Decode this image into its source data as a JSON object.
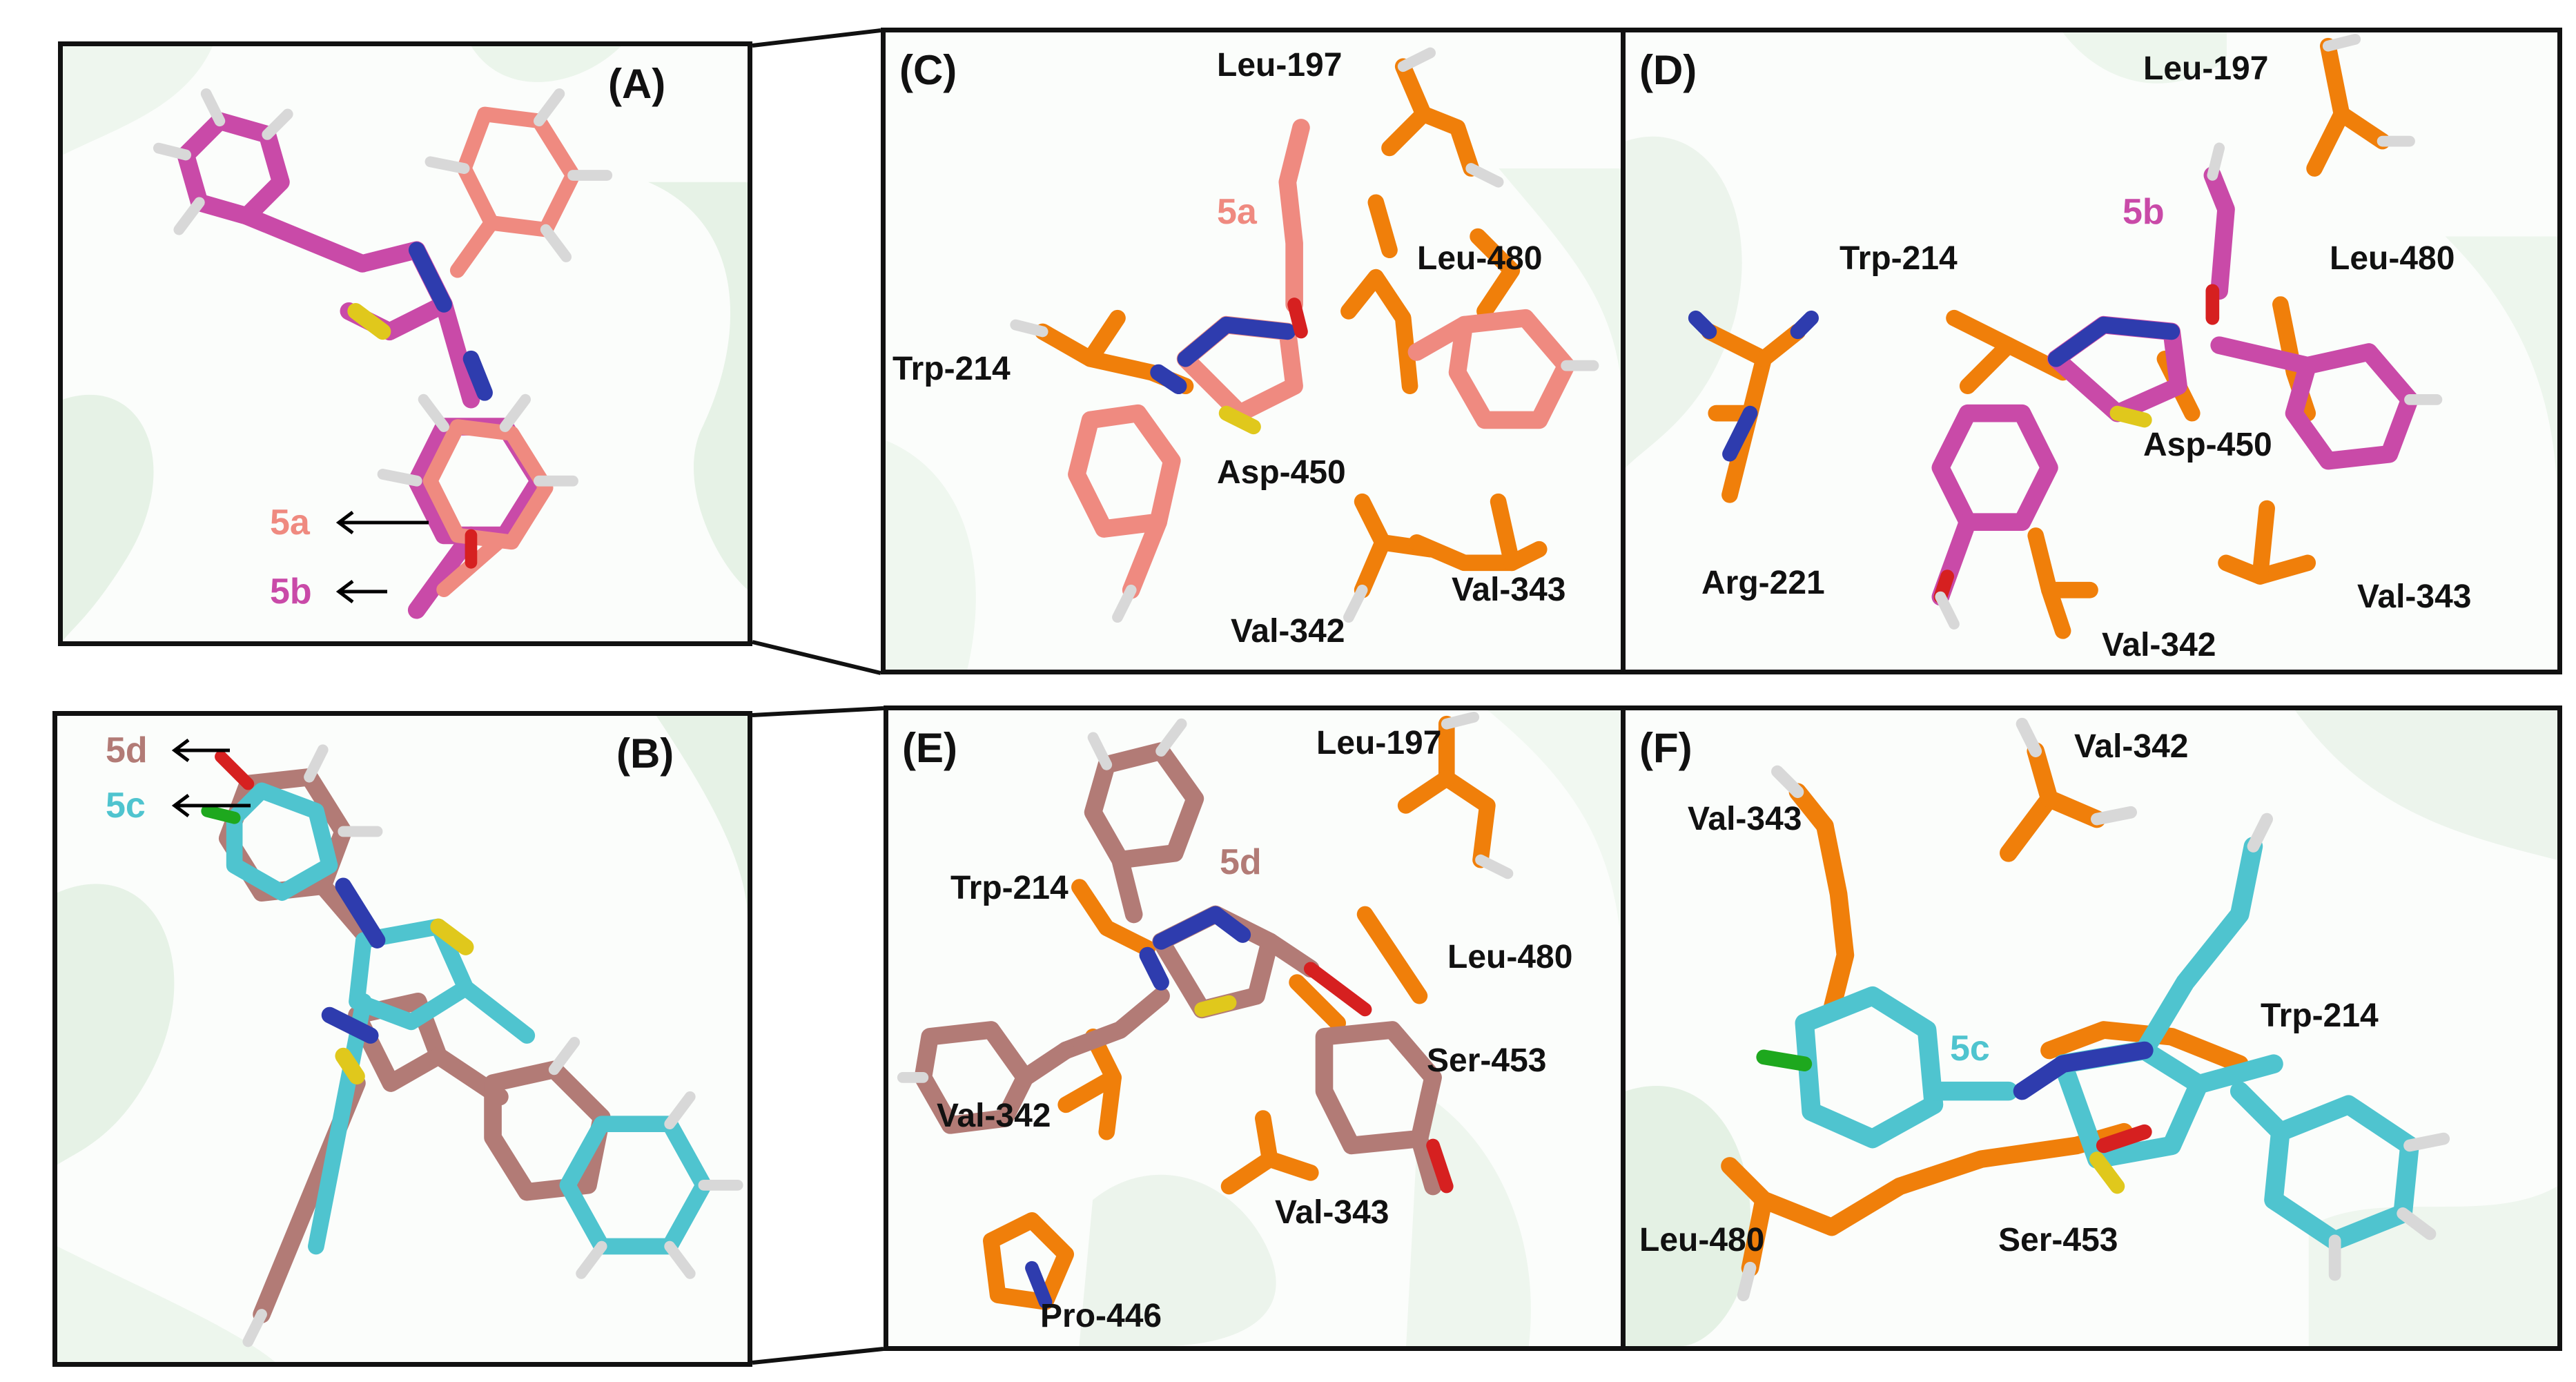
{
  "colors": {
    "compound_5a": "#ef8a80",
    "compound_5b": "#c94aa8",
    "compound_5c": "#4fc4cf",
    "compound_5d": "#b27b76",
    "residue_carbon": "#f07f0a",
    "nitrogen": "#2e3cae",
    "sulfur": "#e0c81c",
    "oxygen": "#d62020",
    "chlorine": "#1ea81e",
    "hydrogen": "#d8d8d8",
    "protein_cartoon": "#cfe6cf"
  },
  "panels": {
    "A": {
      "label": "(A)",
      "ligands": [
        "5a",
        "5b"
      ]
    },
    "B": {
      "label": "(B)",
      "ligands": [
        "5d",
        "5c"
      ]
    },
    "C": {
      "label": "(C)",
      "ligand": "5a",
      "residues": [
        "Leu-197",
        "Leu-480",
        "Trp-214",
        "Asp-450",
        "Val-343",
        "Val-342"
      ]
    },
    "D": {
      "label": "(D)",
      "ligand": "5b",
      "residues": [
        "Leu-197",
        "Trp-214",
        "Leu-480",
        "Asp-450",
        "Arg-221",
        "Val-343",
        "Val-342"
      ]
    },
    "E": {
      "label": "(E)",
      "ligand": "5d",
      "residues": [
        "Leu-197",
        "Trp-214",
        "Leu-480",
        "Ser-453",
        "Val-342",
        "Val-343",
        "Pro-446"
      ]
    },
    "F": {
      "label": "(F)",
      "ligand": "5c",
      "residues": [
        "Val-342",
        "Val-343",
        "Trp-214",
        "Leu-480",
        "Ser-453"
      ]
    }
  }
}
